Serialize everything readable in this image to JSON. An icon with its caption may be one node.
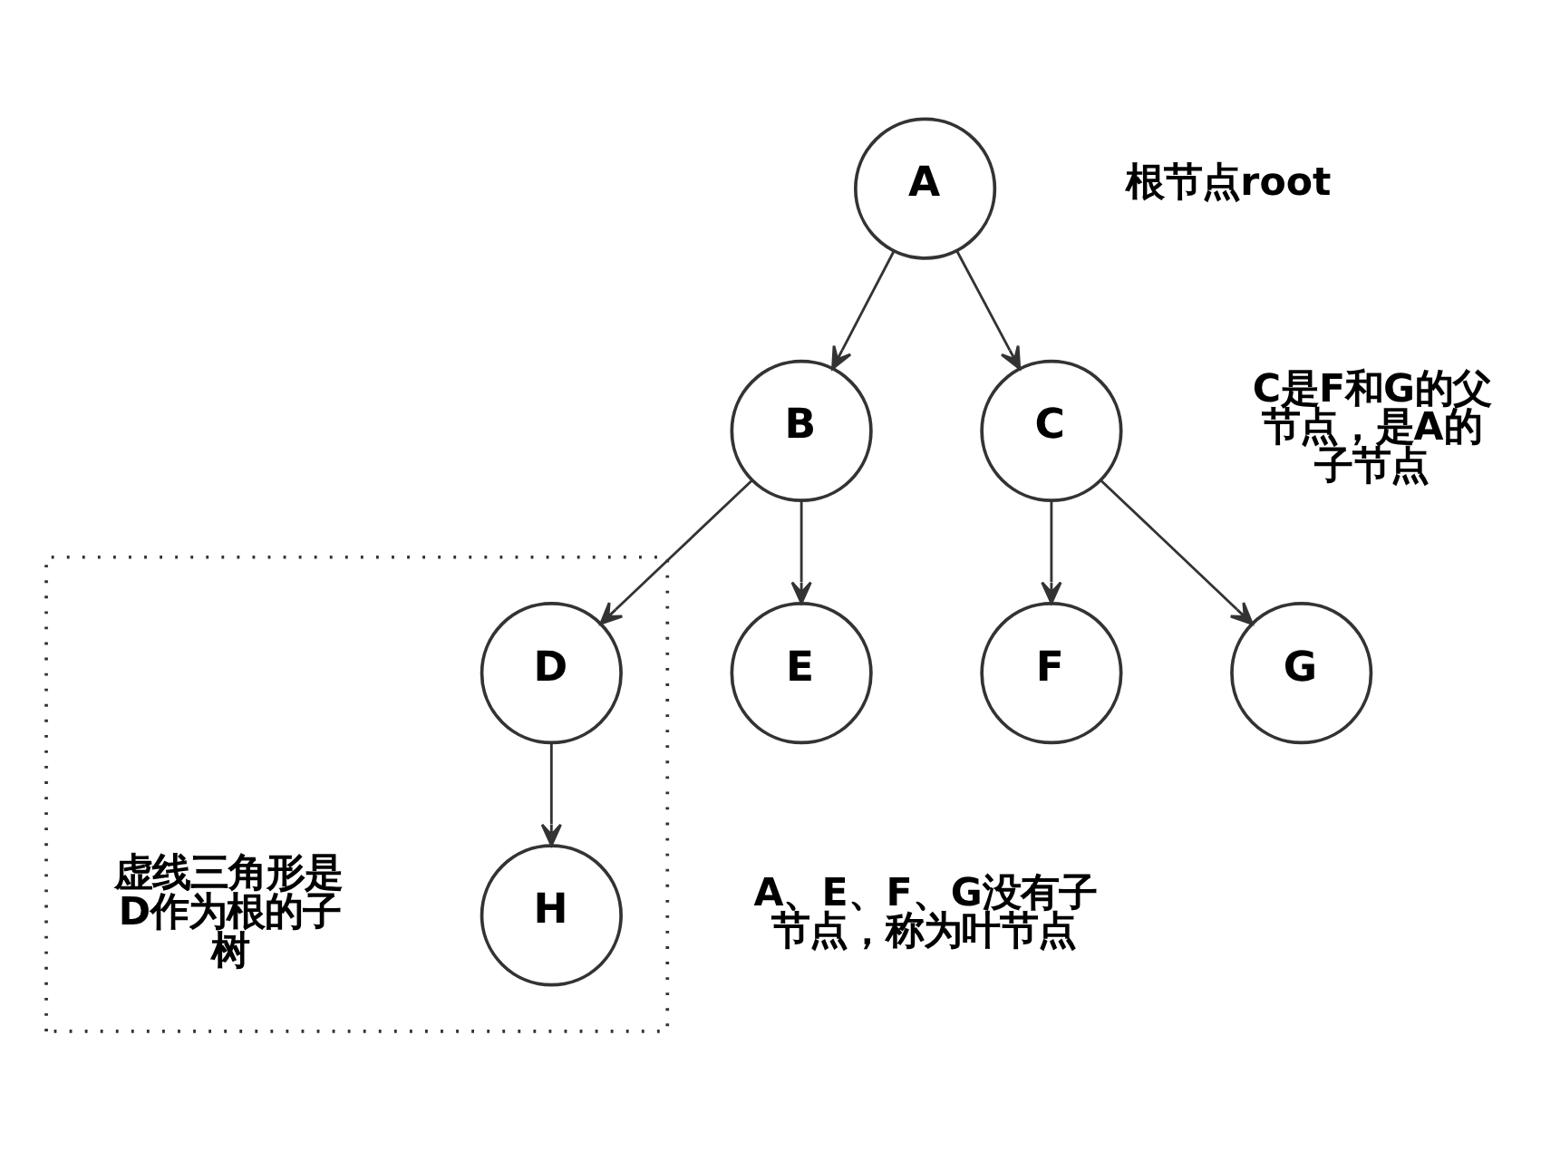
{
  "diagram": {
    "nodes": [
      {
        "text": [
          "A"
        ],
        "beside": [
          "根节点root"
        ]
      },
      {
        "text": [
          "B"
        ]
      },
      {
        "text": [
          "C"
        ],
        "beside": [
          "C是F和G的父节点，是A的子节点"
        ]
      },
      {
        "text": [],
        "shape": "triangle",
        "beside": [
          "虚线三角形是D作为根的子树"
        ]
      },
      {
        "text": [
          "D"
        ],
        "in": 3
      },
      {
        "text": [
          "E"
        ]
      },
      {
        "text": [
          "F"
        ]
      },
      {
        "text": [
          "G"
        ]
      },
      {
        "text": [
          "H"
        ],
        "in": 3
      }
    ],
    "edges": [
      {
        "from": 0,
        "to": 1,
        "arrow": "to"
      },
      {
        "from": 0,
        "to": 2,
        "arrow": "to"
      },
      {
        "from": 1,
        "to": 4,
        "arrow": "to"
      },
      {
        "from": 1,
        "to": 5,
        "arrow": "to"
      },
      {
        "from": 2,
        "to": 6,
        "arrow": "to"
      },
      {
        "from": 2,
        "to": 7,
        "arrow": "to"
      },
      {
        "from": 4,
        "to": 8,
        "arrow": "to"
      }
    ],
    "labels": [
      "A、E、F、G没有子节点，称为叶节点"
    ]
  }
}
